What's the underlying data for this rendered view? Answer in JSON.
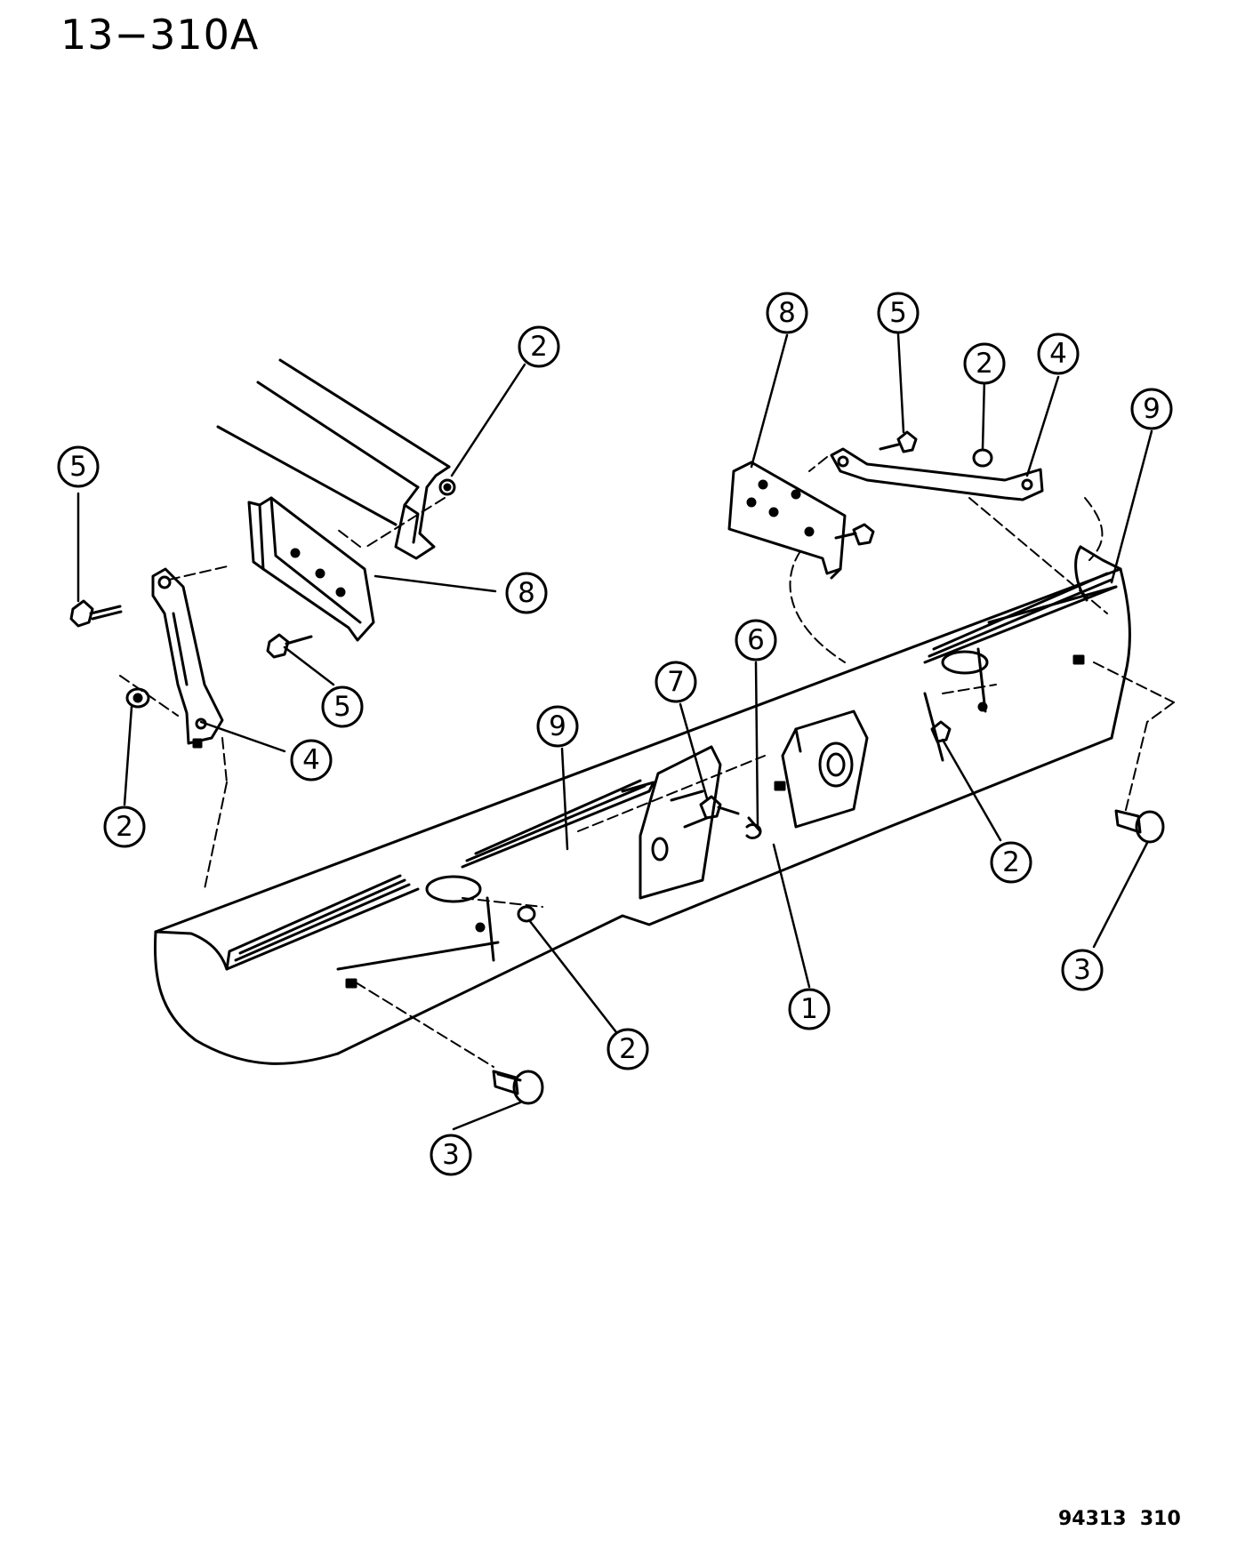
{
  "page_code": "13−310A",
  "footer_code": "94313  310",
  "callouts": [
    {
      "id": "c2-top-left",
      "number": "2"
    },
    {
      "id": "c5-left",
      "number": "5"
    },
    {
      "id": "c8-left",
      "number": "8"
    },
    {
      "id": "c5-mid-left",
      "number": "5"
    },
    {
      "id": "c4-left",
      "number": "4"
    },
    {
      "id": "c2-left",
      "number": "2"
    },
    {
      "id": "c9-left",
      "number": "9"
    },
    {
      "id": "c7",
      "number": "7"
    },
    {
      "id": "c6",
      "number": "6"
    },
    {
      "id": "c1",
      "number": "1"
    },
    {
      "id": "c2-bottom-mid",
      "number": "2"
    },
    {
      "id": "c3-bottom",
      "number": "3"
    },
    {
      "id": "c8-right",
      "number": "8"
    },
    {
      "id": "c5-right",
      "number": "5"
    },
    {
      "id": "c2-top-right",
      "number": "2"
    },
    {
      "id": "c4-right",
      "number": "4"
    },
    {
      "id": "c9-right",
      "number": "9"
    },
    {
      "id": "c2-right",
      "number": "2"
    },
    {
      "id": "c3-right",
      "number": "3"
    }
  ]
}
